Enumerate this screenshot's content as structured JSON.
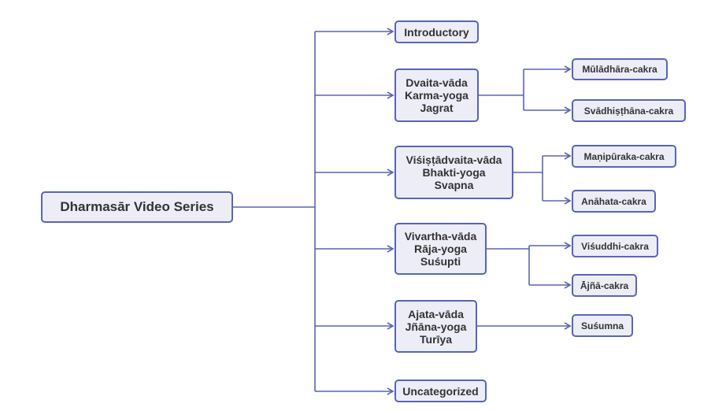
{
  "diagram": {
    "root": {
      "label": "Dharmasār Video Series"
    },
    "branches": [
      {
        "id": "introductory",
        "lines": [
          "Introductory"
        ],
        "children": []
      },
      {
        "id": "dvaita",
        "lines": [
          "Dvaita-vāda",
          "Karma-yoga",
          "Jagrat"
        ],
        "children": [
          "Mūlādhāra-cakra",
          "Svādhiṣṭhāna-cakra"
        ]
      },
      {
        "id": "visistadvaita",
        "lines": [
          "Viśiṣṭādvaita-vāda",
          "Bhakti-yoga",
          "Svapna"
        ],
        "children": [
          "Maṇipūraka-cakra",
          "Anāhata-cakra"
        ]
      },
      {
        "id": "vivartha",
        "lines": [
          "Vivartha-vāda",
          "Rāja-yoga",
          "Suśupti"
        ],
        "children": [
          "Viśuddhi-cakra",
          "Ājñā-cakra"
        ]
      },
      {
        "id": "ajata",
        "lines": [
          "Ajata-vāda",
          "Jñāna-yoga",
          "Turīya"
        ],
        "children": [
          "Suśumna"
        ]
      },
      {
        "id": "uncategorized",
        "lines": [
          "Uncategorized"
        ],
        "children": []
      }
    ]
  },
  "colors": {
    "line": "#5a64b4",
    "node_fill": "#ecedf7",
    "node_border": "#5a64b4",
    "text": "#333333"
  }
}
